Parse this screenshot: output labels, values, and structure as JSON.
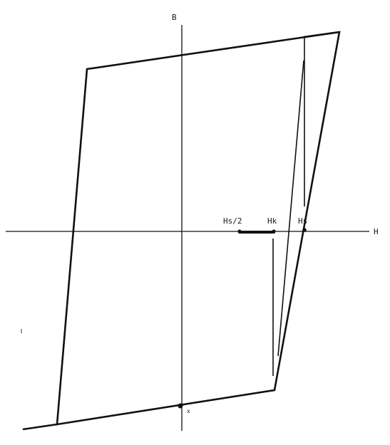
{
  "diagram": {
    "axes": {
      "vertical_label": "B",
      "horizontal_label": "H"
    },
    "markers": {
      "hs_half": "Hs/2",
      "hk": "Hk",
      "hs": "Hs"
    },
    "point_label": "x"
  }
}
